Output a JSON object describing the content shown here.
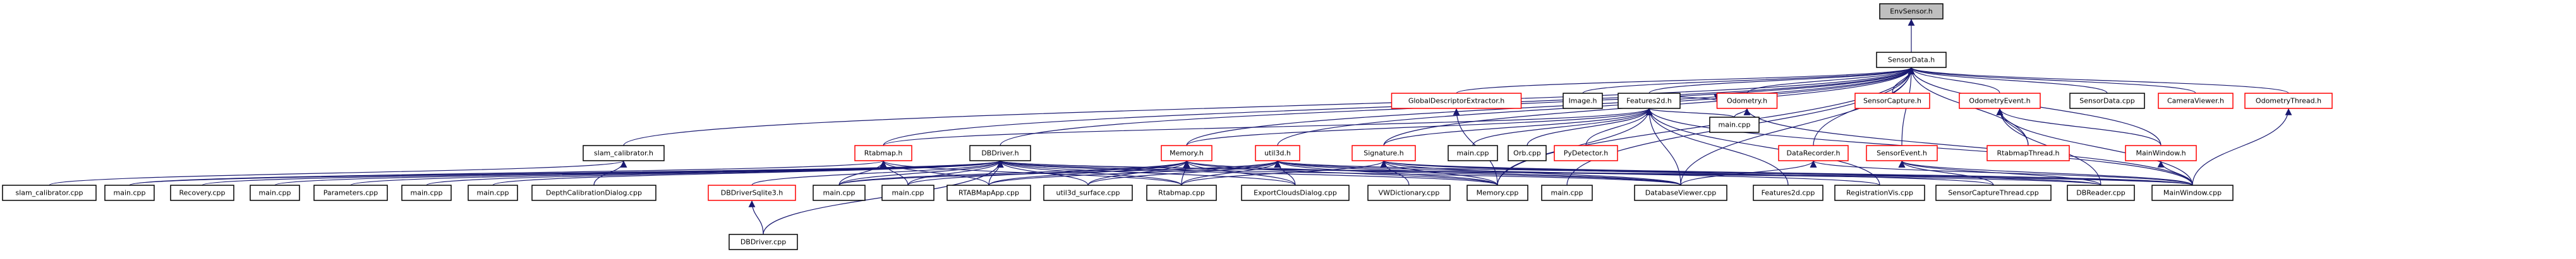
{
  "colors": {
    "edge": "#191970",
    "node_border_default": "#000000",
    "node_border_truncated": "#ff0000",
    "node_fill": "#ffffff",
    "root_fill": "#bfbfbf",
    "root_border": "#000000"
  },
  "graph": {
    "title": "EnvSensor.h include dependency graph (included by)",
    "root": "envsensor_h",
    "nodes": [
      {
        "id": "envsensor_h",
        "label": "EnvSensor.h",
        "kind": "root"
      },
      {
        "id": "sensordata_h",
        "label": "SensorData.h",
        "kind": "default"
      },
      {
        "id": "globaldesc_h",
        "label": "GlobalDescriptorExtractor.h",
        "kind": "truncated"
      },
      {
        "id": "image_h",
        "label": "Image.h",
        "kind": "default"
      },
      {
        "id": "features2d_h",
        "label": "Features2d.h",
        "kind": "default"
      },
      {
        "id": "odometry_h",
        "label": "Odometry.h",
        "kind": "truncated"
      },
      {
        "id": "sensorcapture_h",
        "label": "SensorCapture.h",
        "kind": "truncated"
      },
      {
        "id": "odometryevent_h",
        "label": "OdometryEvent.h",
        "kind": "truncated"
      },
      {
        "id": "sensordata_cpp",
        "label": "SensorData.cpp",
        "kind": "default"
      },
      {
        "id": "cameraviewer_h",
        "label": "CameraViewer.h",
        "kind": "truncated"
      },
      {
        "id": "odometrythread_h",
        "label": "OdometryThread.h",
        "kind": "truncated"
      },
      {
        "id": "slamcal_h",
        "label": "slam_calibrator.h",
        "kind": "default"
      },
      {
        "id": "rtabmap_h",
        "label": "Rtabmap.h",
        "kind": "truncated"
      },
      {
        "id": "dbdriver_h",
        "label": "DBDriver.h",
        "kind": "default"
      },
      {
        "id": "memory_h",
        "label": "Memory.h",
        "kind": "truncated"
      },
      {
        "id": "util3d_h",
        "label": "util3d.h",
        "kind": "truncated"
      },
      {
        "id": "signature_h",
        "label": "Signature.h",
        "kind": "truncated"
      },
      {
        "id": "main_cpp_a",
        "label": "main.cpp",
        "kind": "default"
      },
      {
        "id": "orb_cpp",
        "label": "Orb.cpp",
        "kind": "default"
      },
      {
        "id": "pydetector_h",
        "label": "PyDetector.h",
        "kind": "truncated"
      },
      {
        "id": "main_cpp_b",
        "label": "main.cpp",
        "kind": "default"
      },
      {
        "id": "datarecorder_h",
        "label": "DataRecorder.h",
        "kind": "truncated"
      },
      {
        "id": "sensorevent_h",
        "label": "SensorEvent.h",
        "kind": "truncated"
      },
      {
        "id": "rtabmapthread_h",
        "label": "RtabmapThread.h",
        "kind": "truncated"
      },
      {
        "id": "mainwindow_h",
        "label": "MainWindow.h",
        "kind": "truncated"
      },
      {
        "id": "slamcal_cpp",
        "label": "slam_calibrator.cpp",
        "kind": "default"
      },
      {
        "id": "main_cpp_c",
        "label": "main.cpp",
        "kind": "default"
      },
      {
        "id": "recovery_cpp",
        "label": "Recovery.cpp",
        "kind": "default"
      },
      {
        "id": "main_cpp_d",
        "label": "main.cpp",
        "kind": "default"
      },
      {
        "id": "parameters_cpp",
        "label": "Parameters.cpp",
        "kind": "default"
      },
      {
        "id": "main_cpp_e",
        "label": "main.cpp",
        "kind": "default"
      },
      {
        "id": "main_cpp_f",
        "label": "main.cpp",
        "kind": "default"
      },
      {
        "id": "depthcal_cpp",
        "label": "DepthCalibrationDialog.cpp",
        "kind": "default"
      },
      {
        "id": "dbdriversqlite3_h",
        "label": "DBDriverSqlite3.h",
        "kind": "truncated"
      },
      {
        "id": "main_cpp_g",
        "label": "main.cpp",
        "kind": "default"
      },
      {
        "id": "main_cpp_h",
        "label": "main.cpp",
        "kind": "default"
      },
      {
        "id": "rtabmapapp_cpp",
        "label": "RTABMapApp.cpp",
        "kind": "default"
      },
      {
        "id": "util3dsurface_cpp",
        "label": "util3d_surface.cpp",
        "kind": "default"
      },
      {
        "id": "rtabmap_cpp",
        "label": "Rtabmap.cpp",
        "kind": "default"
      },
      {
        "id": "exportclouds_cpp",
        "label": "ExportCloudsDialog.cpp",
        "kind": "default"
      },
      {
        "id": "vwdictionary_cpp",
        "label": "VWDictionary.cpp",
        "kind": "default"
      },
      {
        "id": "memory_cpp",
        "label": "Memory.cpp",
        "kind": "default"
      },
      {
        "id": "main_cpp_i",
        "label": "main.cpp",
        "kind": "default"
      },
      {
        "id": "databaseviewer_cpp",
        "label": "DatabaseViewer.cpp",
        "kind": "default"
      },
      {
        "id": "features2d_cpp",
        "label": "Features2d.cpp",
        "kind": "default"
      },
      {
        "id": "registrationvis_cpp",
        "label": "RegistrationVis.cpp",
        "kind": "default"
      },
      {
        "id": "sensorcapturethread_cpp",
        "label": "SensorCaptureThread.cpp",
        "kind": "default"
      },
      {
        "id": "dbreader_cpp",
        "label": "DBReader.cpp",
        "kind": "default"
      },
      {
        "id": "mainwindow_cpp",
        "label": "MainWindow.cpp",
        "kind": "default"
      },
      {
        "id": "dbdriver_cpp",
        "label": "DBDriver.cpp",
        "kind": "default"
      }
    ],
    "edges": [
      [
        "sensordata_h",
        "envsensor_h"
      ],
      [
        "globaldesc_h",
        "sensordata_h"
      ],
      [
        "image_h",
        "sensordata_h"
      ],
      [
        "features2d_h",
        "sensordata_h"
      ],
      [
        "odometry_h",
        "sensordata_h"
      ],
      [
        "sensorcapture_h",
        "sensordata_h"
      ],
      [
        "odometryevent_h",
        "sensordata_h"
      ],
      [
        "sensordata_cpp",
        "sensordata_h"
      ],
      [
        "cameraviewer_h",
        "sensordata_h"
      ],
      [
        "odometrythread_h",
        "sensordata_h"
      ],
      [
        "slamcal_h",
        "sensordata_h"
      ],
      [
        "rtabmap_h",
        "sensordata_h"
      ],
      [
        "dbdriver_h",
        "sensordata_h"
      ],
      [
        "memory_h",
        "sensordata_h"
      ],
      [
        "util3d_h",
        "sensordata_h"
      ],
      [
        "signature_h",
        "sensordata_h"
      ],
      [
        "datarecorder_h",
        "sensordata_h"
      ],
      [
        "sensorevent_h",
        "sensordata_h"
      ],
      [
        "rtabmapthread_h",
        "sensordata_h"
      ],
      [
        "mainwindow_h",
        "sensordata_h"
      ],
      [
        "databaseviewer_cpp",
        "sensordata_h"
      ],
      [
        "memory_cpp",
        "sensordata_h"
      ],
      [
        "main_cpp_i",
        "sensordata_h"
      ],
      [
        "rtabmap_h",
        "features2d_h"
      ],
      [
        "memory_h",
        "features2d_h"
      ],
      [
        "signature_h",
        "features2d_h"
      ],
      [
        "main_cpp_a",
        "features2d_h"
      ],
      [
        "orb_cpp",
        "features2d_h"
      ],
      [
        "pydetector_h",
        "features2d_h"
      ],
      [
        "main_cpp_b",
        "features2d_h"
      ],
      [
        "databaseviewer_cpp",
        "features2d_h"
      ],
      [
        "features2d_cpp",
        "features2d_h"
      ],
      [
        "registrationvis_cpp",
        "features2d_h"
      ],
      [
        "memory_cpp",
        "features2d_h"
      ],
      [
        "mainwindow_cpp",
        "features2d_h"
      ],
      [
        "features2d_h",
        "odometry_h"
      ],
      [
        "main_cpp_b",
        "odometry_h"
      ],
      [
        "mainwindow_cpp",
        "odometry_h"
      ],
      [
        "memory_cpp",
        "globaldesc_h"
      ],
      [
        "rtabmapthread_h",
        "odometryevent_h"
      ],
      [
        "mainwindow_h",
        "odometryevent_h"
      ],
      [
        "mainwindow_cpp",
        "odometryevent_h"
      ],
      [
        "dbreader_cpp",
        "odometryevent_h"
      ],
      [
        "mainwindow_cpp",
        "odometrythread_h"
      ],
      [
        "slamcal_cpp",
        "slamcal_h"
      ],
      [
        "depthcal_cpp",
        "slamcal_h"
      ],
      [
        "main_cpp_c",
        "rtabmap_h"
      ],
      [
        "main_cpp_g",
        "rtabmap_h"
      ],
      [
        "main_cpp_h",
        "rtabmap_h"
      ],
      [
        "rtabmapapp_cpp",
        "rtabmap_h"
      ],
      [
        "rtabmap_cpp",
        "rtabmap_h"
      ],
      [
        "main_cpp_c",
        "dbdriver_h"
      ],
      [
        "recovery_cpp",
        "dbdriver_h"
      ],
      [
        "main_cpp_d",
        "dbdriver_h"
      ],
      [
        "parameters_cpp",
        "dbdriver_h"
      ],
      [
        "main_cpp_e",
        "dbdriver_h"
      ],
      [
        "main_cpp_f",
        "dbdriver_h"
      ],
      [
        "dbdriversqlite3_h",
        "dbdriver_h"
      ],
      [
        "main_cpp_g",
        "dbdriver_h"
      ],
      [
        "main_cpp_h",
        "dbdriver_h"
      ],
      [
        "rtabmapapp_cpp",
        "dbdriver_h"
      ],
      [
        "util3dsurface_cpp",
        "dbdriver_h"
      ],
      [
        "rtabmap_cpp",
        "dbdriver_h"
      ],
      [
        "exportclouds_cpp",
        "dbdriver_h"
      ],
      [
        "memory_cpp",
        "dbdriver_h"
      ],
      [
        "databaseviewer_cpp",
        "dbdriver_h"
      ],
      [
        "dbreader_cpp",
        "dbdriver_h"
      ],
      [
        "mainwindow_cpp",
        "dbdriver_h"
      ],
      [
        "dbdriver_cpp",
        "dbdriver_h"
      ],
      [
        "main_cpp_g",
        "memory_h"
      ],
      [
        "main_cpp_h",
        "memory_h"
      ],
      [
        "rtabmapapp_cpp",
        "memory_h"
      ],
      [
        "util3dsurface_cpp",
        "memory_h"
      ],
      [
        "rtabmap_cpp",
        "memory_h"
      ],
      [
        "exportclouds_cpp",
        "memory_h"
      ],
      [
        "memory_cpp",
        "memory_h"
      ],
      [
        "databaseviewer_cpp",
        "memory_h"
      ],
      [
        "main_cpp_g",
        "util3d_h"
      ],
      [
        "rtabmapapp_cpp",
        "util3d_h"
      ],
      [
        "util3dsurface_cpp",
        "util3d_h"
      ],
      [
        "rtabmap_cpp",
        "util3d_h"
      ],
      [
        "exportclouds_cpp",
        "util3d_h"
      ],
      [
        "memory_cpp",
        "util3d_h"
      ],
      [
        "databaseviewer_cpp",
        "util3d_h"
      ],
      [
        "registrationvis_cpp",
        "util3d_h"
      ],
      [
        "mainwindow_cpp",
        "util3d_h"
      ],
      [
        "rtabmap_cpp",
        "signature_h"
      ],
      [
        "vwdictionary_cpp",
        "signature_h"
      ],
      [
        "memory_cpp",
        "signature_h"
      ],
      [
        "databaseviewer_cpp",
        "signature_h"
      ],
      [
        "sensorcapturethread_cpp",
        "signature_h"
      ],
      [
        "dbreader_cpp",
        "signature_h"
      ],
      [
        "mainwindow_cpp",
        "signature_h"
      ],
      [
        "databaseviewer_cpp",
        "datarecorder_h"
      ],
      [
        "mainwindow_cpp",
        "datarecorder_h"
      ],
      [
        "sensorcapturethread_cpp",
        "sensorevent_h"
      ],
      [
        "dbreader_cpp",
        "sensorevent_h"
      ],
      [
        "mainwindow_cpp",
        "sensorevent_h"
      ],
      [
        "mainwindow_cpp",
        "mainwindow_h"
      ],
      [
        "dbdriver_cpp",
        "dbdriversqlite3_h"
      ]
    ]
  }
}
